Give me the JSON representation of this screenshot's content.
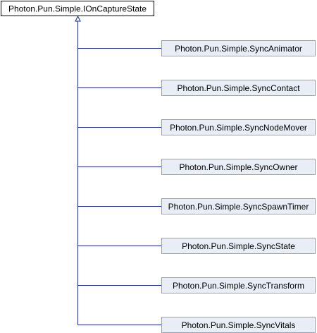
{
  "base_class": {
    "label": "Photon.Pun.Simple.IOnCaptureState"
  },
  "derived_classes": [
    {
      "label": "Photon.Pun.Simple.SyncAnimator"
    },
    {
      "label": "Photon.Pun.Simple.SyncContact"
    },
    {
      "label": "Photon.Pun.Simple.SyncNodeMover"
    },
    {
      "label": "Photon.Pun.Simple.SyncOwner"
    },
    {
      "label": "Photon.Pun.Simple.SyncSpawnTimer"
    },
    {
      "label": "Photon.Pun.Simple.SyncState"
    },
    {
      "label": "Photon.Pun.Simple.SyncTransform"
    },
    {
      "label": "Photon.Pun.Simple.SyncVitals"
    }
  ],
  "colors": {
    "edge": "#1d2a8f",
    "derived_fill": "#e9eef6",
    "derived_border": "#8ea3c6",
    "base_fill": "#ffffff",
    "base_border": "#000000"
  }
}
